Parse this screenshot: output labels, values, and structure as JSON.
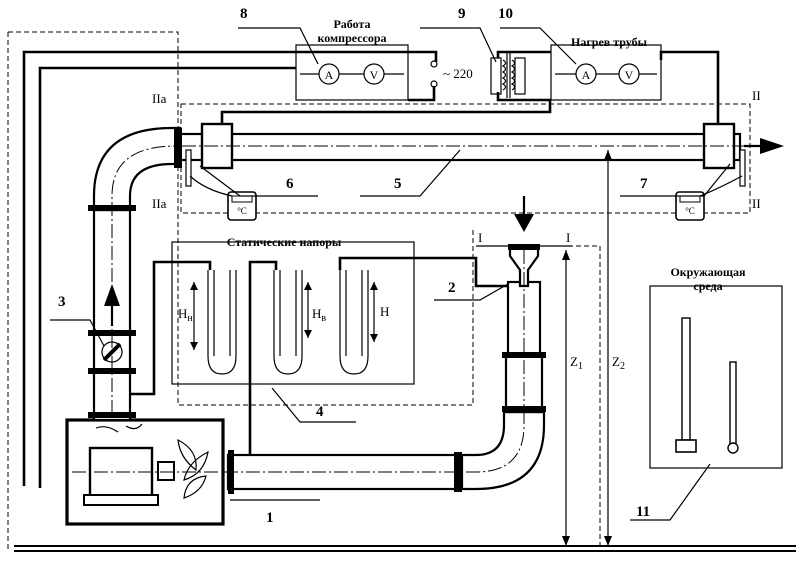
{
  "labels": {
    "n1": "1",
    "n2": "2",
    "n3": "3",
    "n4": "4",
    "n5": "5",
    "n6": "6",
    "n7": "7",
    "n8": "8",
    "n9": "9",
    "n10": "10",
    "n11": "11"
  },
  "compressor_panel": {
    "title_line1": "Работа",
    "title_line2": "компрессора",
    "ammeter": "A",
    "voltmeter": "V"
  },
  "heating_panel": {
    "title": "Нагрев трубы",
    "ammeter": "A",
    "voltmeter": "V"
  },
  "supply": {
    "voltage": "~ 220"
  },
  "sections": {
    "IIa_top": "IIa",
    "IIa_bottom": "IIa",
    "II_top": "II",
    "II_bottom": "II",
    "I_left": "I",
    "I_right": "I"
  },
  "static_heads": {
    "title": "Статические напоры",
    "h_n": "H",
    "h_n_sub": "н",
    "h_v": "H",
    "h_v_sub": "в",
    "h": "H"
  },
  "environment": {
    "line1": "Окружающая",
    "line2": "среда"
  },
  "heights": {
    "z1": "Z",
    "z1_sub": "1",
    "z2": "Z",
    "z2_sub": "2"
  },
  "thermometer": {
    "unit": "°C"
  }
}
